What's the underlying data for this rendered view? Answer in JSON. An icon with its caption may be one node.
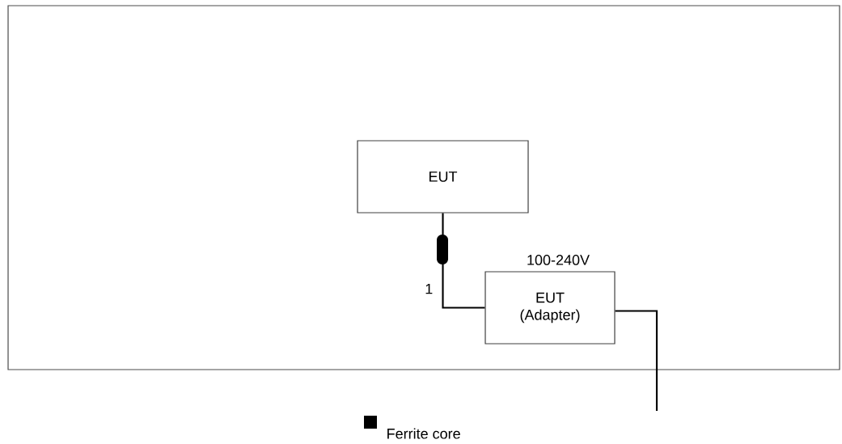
{
  "diagram": {
    "nodes": [
      {
        "text": [],
        "shape": "box"
      },
      {
        "text": [
          "EUT"
        ],
        "in": 0
      },
      {
        "text": [
          "EUT (Adapter)"
        ],
        "in": 0,
        "beside": [
          "100-240V"
        ]
      }
    ],
    "edges": [
      {
        "from": 1,
        "to": 2,
        "arrow": "none",
        "label": "1"
      },
      {
        "from": 2,
        "to": null,
        "arrow": "none"
      }
    ],
    "legend": [
      {
        "text": "Ferrite core",
        "color": "#000000"
      }
    ]
  }
}
